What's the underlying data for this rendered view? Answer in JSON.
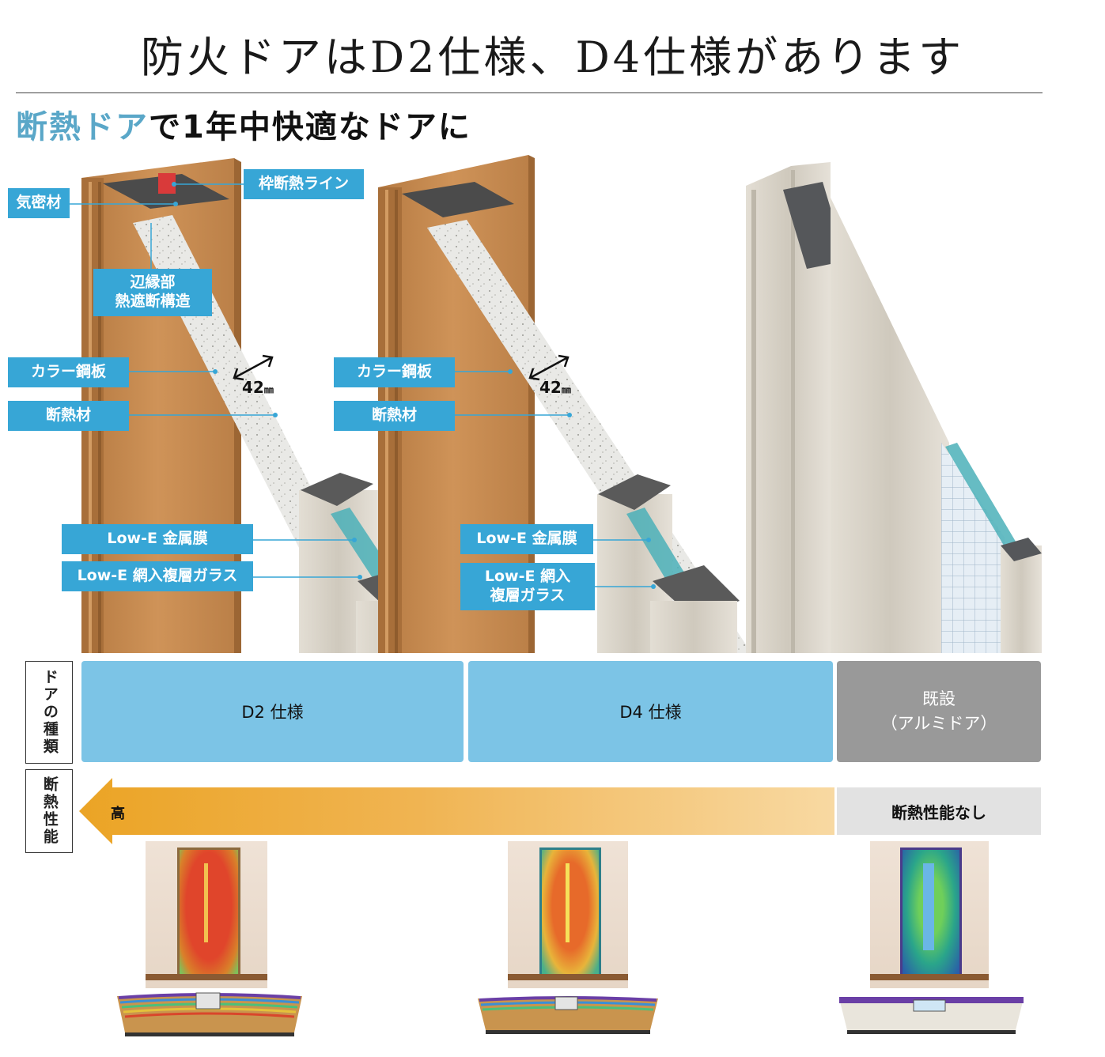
{
  "title": "防火ドアはD2仕様、D4仕様があります",
  "subtitle": {
    "accent": "断熱ドア",
    "rest": "で1年中快適なドアに"
  },
  "callouts": {
    "airtight": "気密材",
    "frame_line": "枠断熱ライン",
    "edge_structure": "辺縁部\n熱遮断構造",
    "steel_plate": "カラー鋼板",
    "insulation": "断熱材",
    "lowe_film": "Low-E 金属膜",
    "lowe_glass": "Low-E 網入複層ガラス",
    "lowe_glass_wrapped": "Low-E 網入\n複層ガラス",
    "thickness": "42",
    "thickness_unit": "㎜"
  },
  "row_labels": {
    "door_type": "ドアの種類",
    "performance": "断熱性能"
  },
  "door_types": {
    "d2": "D2 仕様",
    "d4": "D4 仕様",
    "existing": "既設\n（アルミドア）"
  },
  "performance": {
    "high": "高",
    "none": "断熱性能なし"
  },
  "colors": {
    "callout_blue": "#37a6d6",
    "band_blue": "#7cc4e6",
    "band_gray": "#999999",
    "arrow_orange": "#eda828",
    "wood": "#c48a4e",
    "aluminum": "#d8d3c8"
  }
}
